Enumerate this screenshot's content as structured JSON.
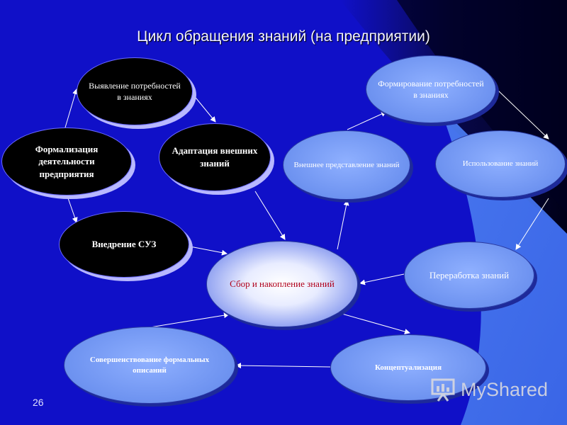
{
  "slide": {
    "title": "Цикл обращения знаний (на предприятии)",
    "page_number": "26",
    "watermark": "MyShared"
  },
  "nodes": {
    "identify_needs": "Выявление потребностей в знаниях",
    "formalize": "Формализация деятельности предприятия",
    "adapt": "Адаптация внешних знаний",
    "implement": "Внедрение СУЗ",
    "collect": "Сбор и накопление знаний",
    "form_needs": "Формирование потребностей в знаниях",
    "external": "Внешнее представление знаний",
    "use": "Использование знаний",
    "process": "Переработка знаний",
    "improve": "Совершенствование формальных описаний",
    "conceptualize": "Концептуализация"
  },
  "colors": {
    "dark_node": "#000000",
    "light_node": "#6d92f0",
    "center_text": "#b0001a",
    "background": "#1111d0"
  }
}
